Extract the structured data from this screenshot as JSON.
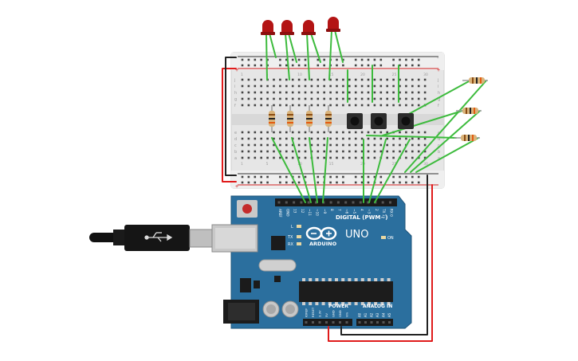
{
  "breadboard": {
    "rail_plus": "+",
    "rail_minus": "-",
    "row_letters_top": [
      "j",
      "i",
      "h",
      "g",
      "f"
    ],
    "row_letters_bottom": [
      "e",
      "d",
      "c",
      "b",
      "a"
    ],
    "column_numbers": [
      "1",
      "5",
      "10",
      "15",
      "20",
      "25",
      "30"
    ]
  },
  "arduino": {
    "model": "UNO",
    "brand": "ARDUINO",
    "digital_label": "DIGITAL (PWM~)",
    "power_label": "POWER",
    "analog_label": "ANALOG IN",
    "on_label": "ON",
    "led_l_label": "L",
    "tx_label": "TX",
    "rx_label": "RX",
    "digital_pins": [
      "AREF",
      "GND",
      "13",
      "12",
      "~11",
      "~10",
      "~9",
      "8",
      "7",
      "~6",
      "~5",
      "4",
      "~3",
      "2",
      "TX 1",
      "RX 0"
    ],
    "power_pins": [
      "IOREF",
      "RESET",
      "3.3V",
      "5V",
      "GND",
      "GND",
      "Vin"
    ],
    "analog_pins": [
      "A0",
      "A1",
      "A2",
      "A3",
      "A4",
      "A5"
    ]
  },
  "colors": {
    "board": "#2b6f9e",
    "wire_green": "#3dbb3d",
    "wire_red": "#e01b1b",
    "wire_black": "#222222",
    "led": "#b31414",
    "breadboard": "#e4e4e4"
  }
}
